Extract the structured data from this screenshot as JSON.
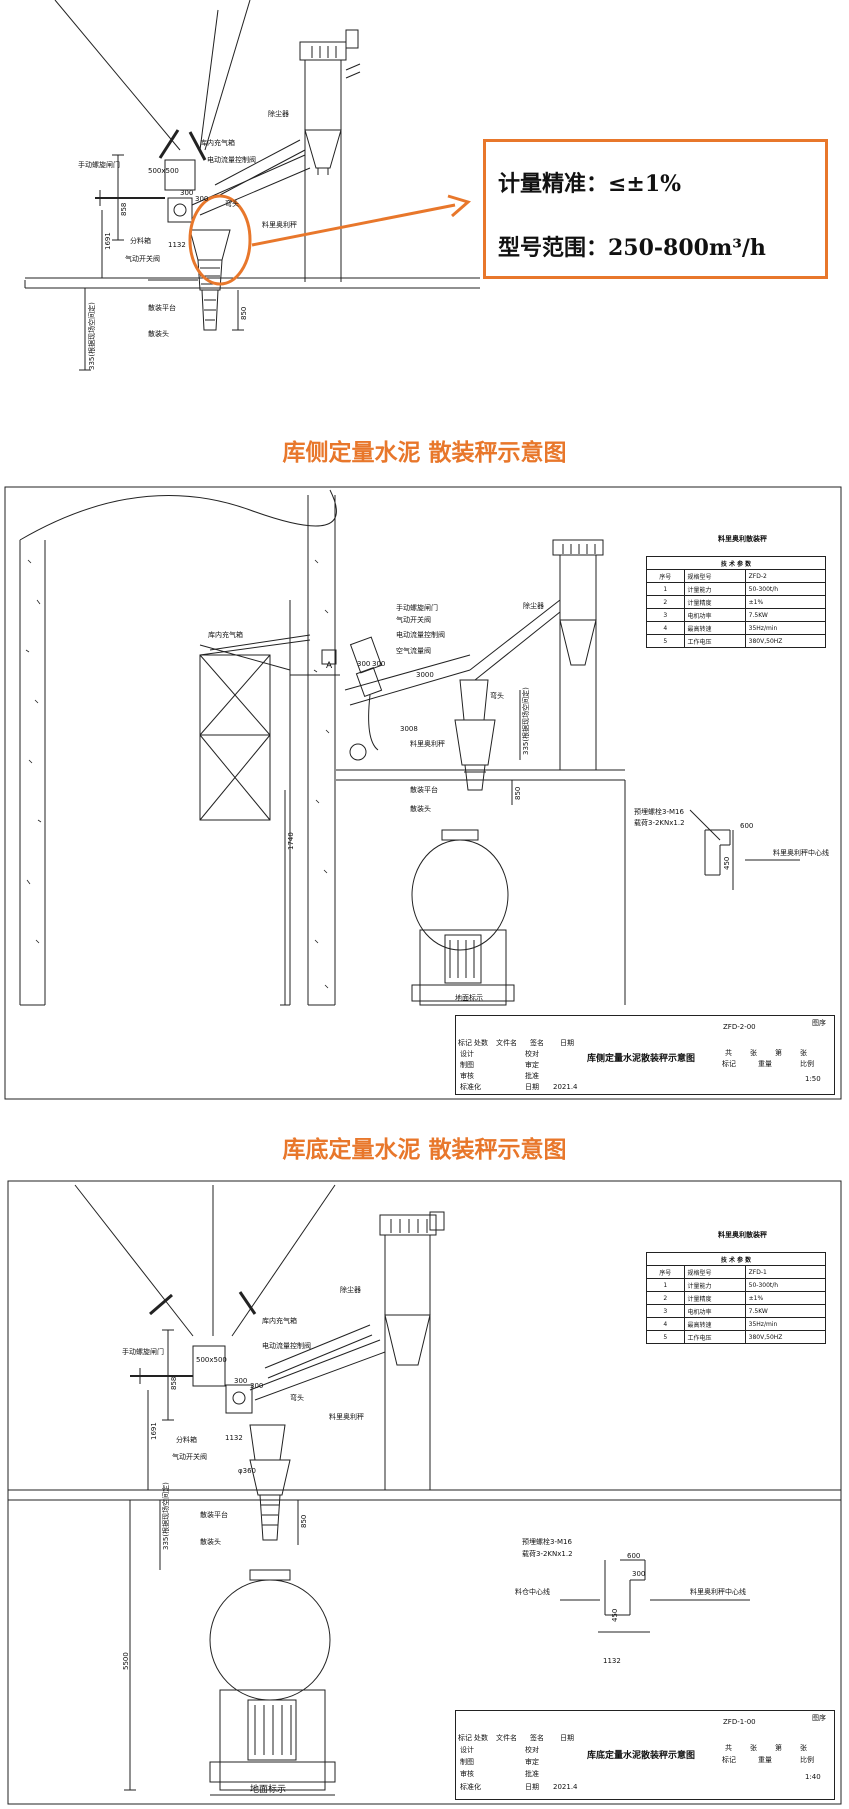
{
  "colors": {
    "accent": "#e8772b",
    "line": "#222222"
  },
  "top": {
    "callout": {
      "accuracy": "计量精准：≤±1%",
      "range": "型号范围：250-800m³/h"
    },
    "labels": {
      "manual_valve": "手动螺旋闸门",
      "inner_aerator": "库内充气箱",
      "electric_valve": "电动流量控制阀",
      "size_500": "500x500",
      "dust_collector": "除尘器",
      "elbow": "弯头",
      "scale": "料里奥利秤",
      "splitter": "分料箱",
      "pneumatic_valve": "气动开关阀",
      "bulk_platform": "散装平台",
      "bulk_head": "散装头",
      "d300a": "300",
      "d300b": "300",
      "d858": "858",
      "d1691": "1691",
      "d1132": "1132",
      "d850": "850",
      "d335": "335(根据现场空间定)"
    }
  },
  "section1": {
    "title": "库侧定量水泥 散装秤示意图",
    "table_title": "料里奥利散装秤",
    "params_header": "技 术 参 数",
    "rows": [
      {
        "no": "序号",
        "name": "规格型号",
        "val": "ZFD-2"
      },
      {
        "no": "1",
        "name": "计量能力",
        "val": "50-300t/h"
      },
      {
        "no": "2",
        "name": "计量精度",
        "val": "±1%"
      },
      {
        "no": "3",
        "name": "电机功率",
        "val": "7.5KW"
      },
      {
        "no": "4",
        "name": "最高转速",
        "val": "35Hz/min"
      },
      {
        "no": "5",
        "name": "工作电压",
        "val": "380V,50HZ"
      }
    ],
    "labels": {
      "inner_aerator": "库内充气箱",
      "manual_valve": "手动螺旋闸门",
      "pneumatic_valve": "气动开关阀",
      "electric_valve": "电动流量控制阀",
      "air_valve": "空气流量阀",
      "dust_collector": "除尘器",
      "elbow": "弯头",
      "scale": "料里奥利秤",
      "bulk_platform": "散装平台",
      "bulk_head": "散装头",
      "ground": "地面标示",
      "anchor_note1": "预埋螺栓3-M16",
      "anchor_note2": "载荷3-2KNx1.2",
      "center_line": "料里奥利秤中心线",
      "mark_a": "A",
      "d300a": "300",
      "d300b": "300",
      "d3000": "3000",
      "d3008": "3008",
      "d1740": "1740",
      "d850": "850",
      "d600": "600",
      "d450": "450",
      "d335": "335(根据现场空间定)"
    },
    "title_block": {
      "drawing_no": "ZFD-2-00",
      "seq": "图序",
      "rev": "标记",
      "count": "处数",
      "doc": "文件名",
      "sign": "签名",
      "date": "日期",
      "design": "设计",
      "check": "校对",
      "draw": "制图",
      "review": "审定",
      "audit": "审核",
      "approve": "批准",
      "std": "标准化",
      "date2": "日期",
      "year": "2021.4",
      "name": "库侧定量水泥散装秤示意图",
      "total": "共",
      "sheets": "张",
      "page": "第",
      "pg": "张",
      "mark": "标记",
      "weight": "重量",
      "scale": "比例",
      "scale_val": "1:50"
    }
  },
  "section2": {
    "title": "库底定量水泥 散装秤示意图",
    "table_title": "料里奥利散装秤",
    "params_header": "技 术 参 数",
    "rows": [
      {
        "no": "序号",
        "name": "规格型号",
        "val": "ZFD-1"
      },
      {
        "no": "1",
        "name": "计量能力",
        "val": "50-300t/h"
      },
      {
        "no": "2",
        "name": "计量精度",
        "val": "±1%"
      },
      {
        "no": "3",
        "name": "电机功率",
        "val": "7.5KW"
      },
      {
        "no": "4",
        "name": "最高转速",
        "val": "35Hz/min"
      },
      {
        "no": "5",
        "name": "工作电压",
        "val": "380V,50HZ"
      }
    ],
    "labels": {
      "manual_valve": "手动螺旋闸门",
      "inner_aerator": "库内充气箱",
      "electric_valve": "电动流量控制阀",
      "size_500": "500x500",
      "dust_collector": "除尘器",
      "elbow": "弯头",
      "scale": "料里奥利秤",
      "splitter": "分料箱",
      "pneumatic_valve": "气动开关阀",
      "bulk_platform": "散装平台",
      "bulk_head": "散装头",
      "ground": "地面标示",
      "anchor_note1": "预埋螺栓3-M16",
      "anchor_note2": "载荷3-2KNx1.2",
      "silo_center": "料仓中心线",
      "center_line": "料里奥利秤中心线",
      "d300a": "300",
      "d300b": "300",
      "d858": "858",
      "d1691": "1691",
      "d1132": "1132",
      "d850": "850",
      "d5500": "5500",
      "d600": "600",
      "d300c": "300",
      "d450": "450",
      "d1132b": "1132",
      "d360": "φ360",
      "d335": "335(根据现场空间定)"
    },
    "title_block": {
      "drawing_no": "ZFD-1-00",
      "seq": "图序",
      "rev": "标记",
      "count": "处数",
      "doc": "文件名",
      "sign": "签名",
      "date": "日期",
      "design": "设计",
      "check": "校对",
      "draw": "制图",
      "review": "审定",
      "audit": "审核",
      "approve": "批准",
      "std": "标准化",
      "date2": "日期",
      "year": "2021.4",
      "name": "库底定量水泥散装秤示意图",
      "total": "共",
      "sheets": "张",
      "page": "第",
      "pg": "张",
      "mark": "标记",
      "weight": "重量",
      "scale": "比例",
      "scale_val": "1:40"
    }
  }
}
